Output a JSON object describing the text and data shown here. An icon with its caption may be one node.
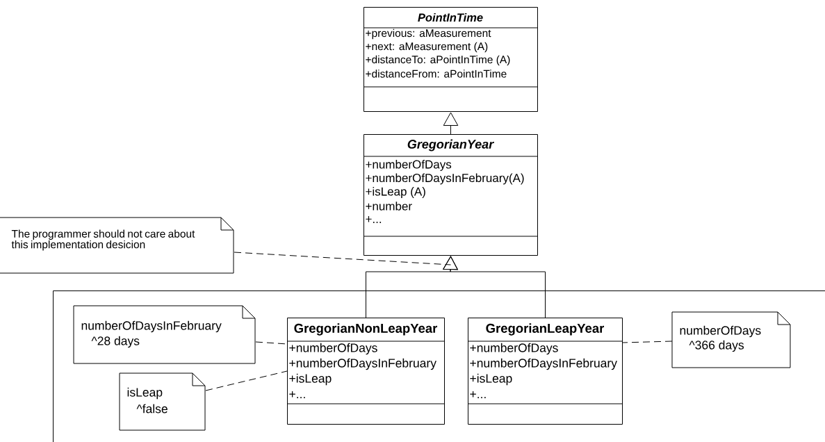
{
  "diagram": {
    "nodes": [
      {
        "text": [
          "PointInTime",
          "+previous: aMeasurement",
          "+next: aMeasurement (A)",
          "+distanceTo: aPointInTime (A)",
          "+distanceFrom: aPointInTime"
        ]
      },
      {
        "text": [
          "GregorianYear",
          "+numberOfDays",
          "+numberOfDaysInFebruary(A)",
          "+isLeap (A)",
          "+number",
          "+..."
        ]
      },
      {
        "text": [
          "The programmer should not care about this implementation desicion"
        ]
      },
      {
        "text": [],
        "shape": "box"
      },
      {
        "text": [
          "numberOfDaysInFebruary",
          "^28 days"
        ],
        "in": 3
      },
      {
        "text": [
          "GregorianNonLeapYear",
          "+numberOfDays",
          "+numberOfDaysInFebruary",
          "+isLeap",
          "+..."
        ],
        "in": 3
      },
      {
        "text": [
          "GregorianLeapYear",
          "+numberOfDays",
          "+numberOfDaysInFebruary",
          "+isLeap",
          "+..."
        ],
        "in": 3
      },
      {
        "text": [
          "numberOfDays",
          "^366 days"
        ],
        "in": 3
      },
      {
        "text": [
          "isLeap",
          "^false"
        ],
        "in": 3
      }
    ],
    "edges": [
      {
        "from": 1,
        "to": 0,
        "arrow": "to"
      },
      {
        "from": 5,
        "to": 1,
        "arrow": "to"
      },
      {
        "from": 6,
        "to": 1,
        "arrow": "to"
      },
      {
        "from": 2,
        "to": 1,
        "arrow": "none",
        "style": "dashed"
      },
      {
        "from": 4,
        "to": 5,
        "arrow": "none",
        "style": "dashed"
      },
      {
        "from": 7,
        "to": 6,
        "arrow": "none",
        "style": "dashed"
      },
      {
        "from": 8,
        "to": 5,
        "arrow": "none",
        "style": "dashed"
      }
    ]
  }
}
